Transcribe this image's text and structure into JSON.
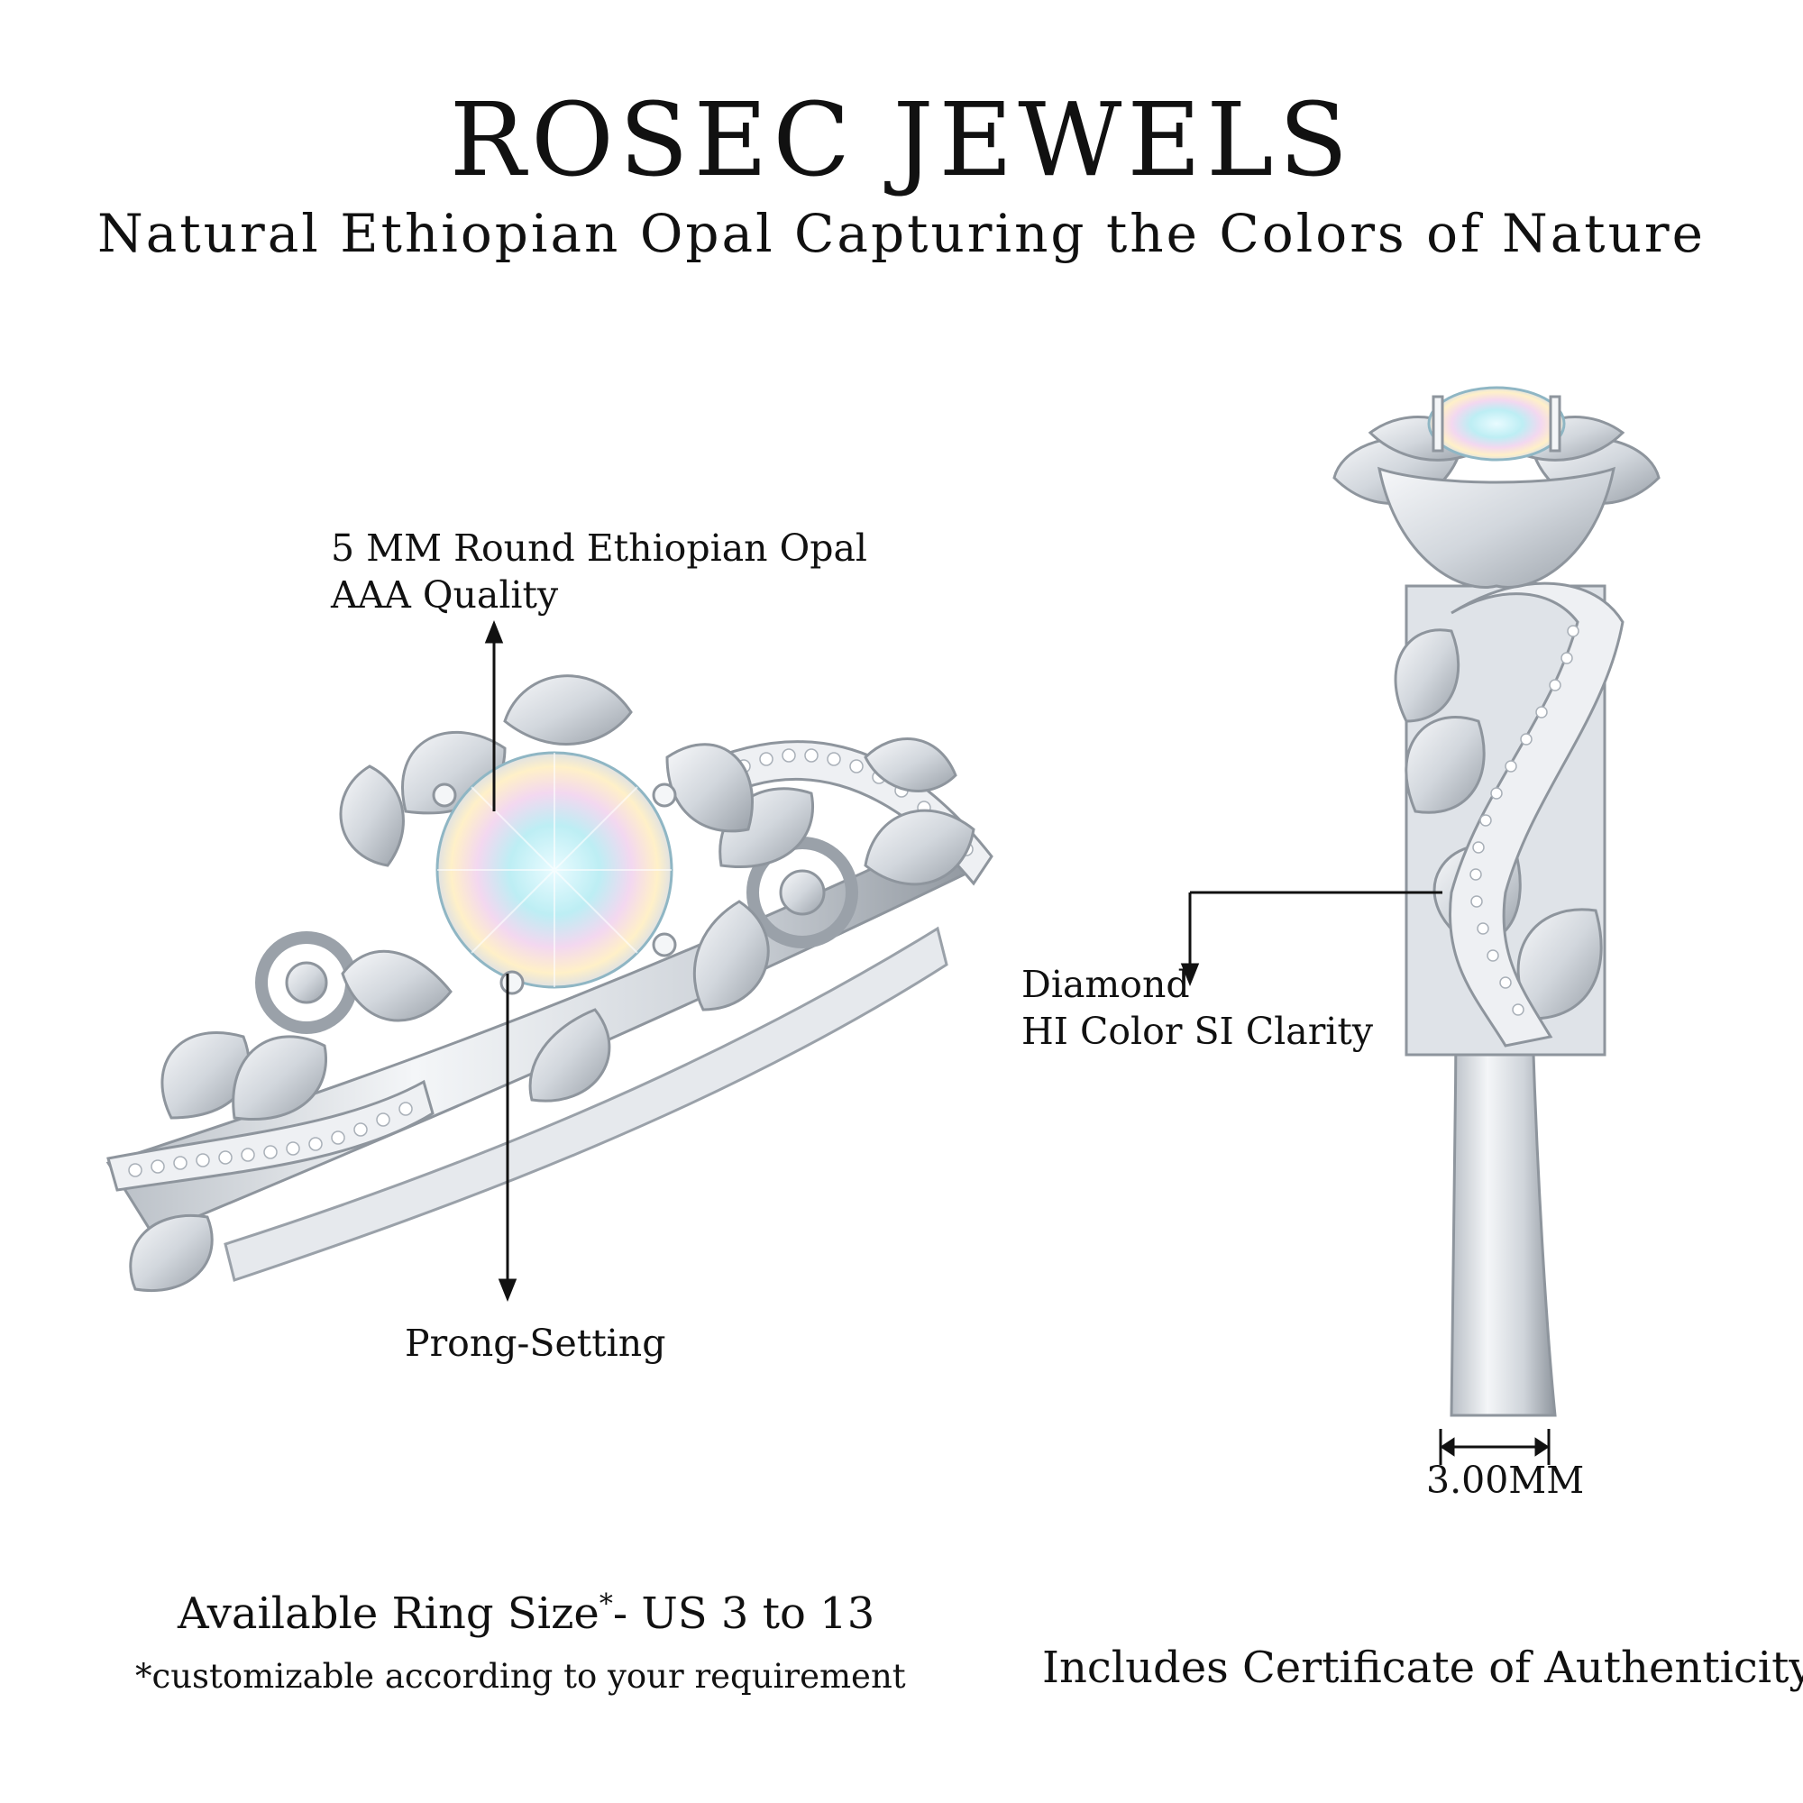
{
  "brand": {
    "name": "ROSEC JEWELS",
    "tagline": "Natural Ethiopian Opal Capturing the Colors of Nature"
  },
  "callouts": {
    "stone": {
      "line1": "5 MM Round Ethiopian Opal",
      "line2": "AAA Quality"
    },
    "setting": {
      "label": "Prong-Setting"
    },
    "diamond": {
      "line1": "Diamond",
      "line2": "HI Color SI Clarity"
    },
    "width": {
      "label": "3.00MM"
    }
  },
  "footer": {
    "size_label": "Available Ring Size",
    "size_asterisk": "*",
    "size_range": "- US 3 to 13",
    "size_note": "*customizable according to your requirement",
    "certificate": "Includes Certificate of Authenticity"
  },
  "colors": {
    "metal": "#d9dde2",
    "metal_dark": "#8e959d",
    "opal": "#bfeaf0",
    "ink": "#111111"
  }
}
